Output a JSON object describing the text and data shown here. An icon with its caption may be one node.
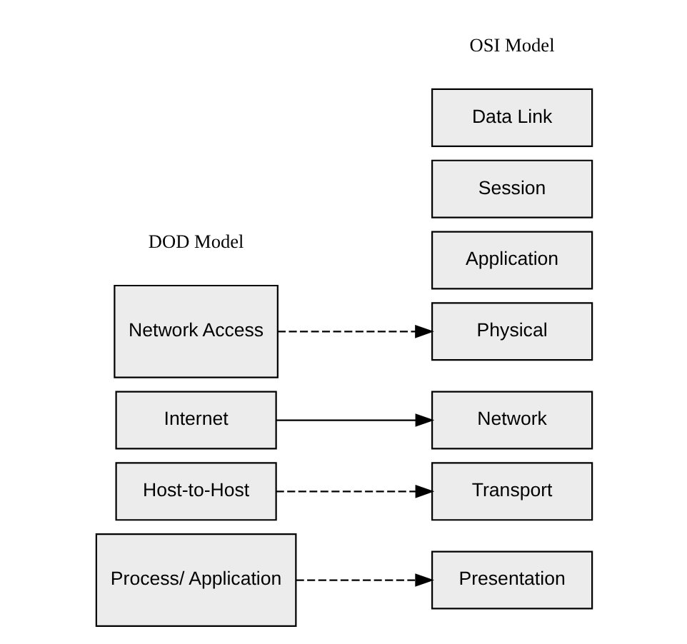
{
  "diagram": {
    "nodes": [
      {
        "text": [
          "Process/ Application"
        ]
      },
      {
        "text": [
          "Host-to-Host"
        ]
      },
      {
        "text": [
          "Internet"
        ]
      },
      {
        "text": [
          "Network Access"
        ]
      },
      {
        "text": [
          "Application"
        ]
      },
      {
        "text": [
          "Presentation"
        ]
      },
      {
        "text": [
          "Session"
        ]
      },
      {
        "text": [
          "Transport"
        ]
      },
      {
        "text": [
          "Network"
        ]
      },
      {
        "text": [
          "Data Link"
        ]
      },
      {
        "text": [
          "Physical"
        ]
      }
    ],
    "edges": [
      {
        "from": 0,
        "to": 5,
        "arrow": "to",
        "style": "dashed"
      },
      {
        "from": 1,
        "to": 7,
        "arrow": "to",
        "style": "dashed"
      },
      {
        "from": 2,
        "to": 8,
        "arrow": "to"
      },
      {
        "from": 3,
        "to": 10,
        "arrow": "to",
        "style": "dashed"
      }
    ],
    "labels": [
      "DOD Model",
      "OSI Model"
    ]
  }
}
